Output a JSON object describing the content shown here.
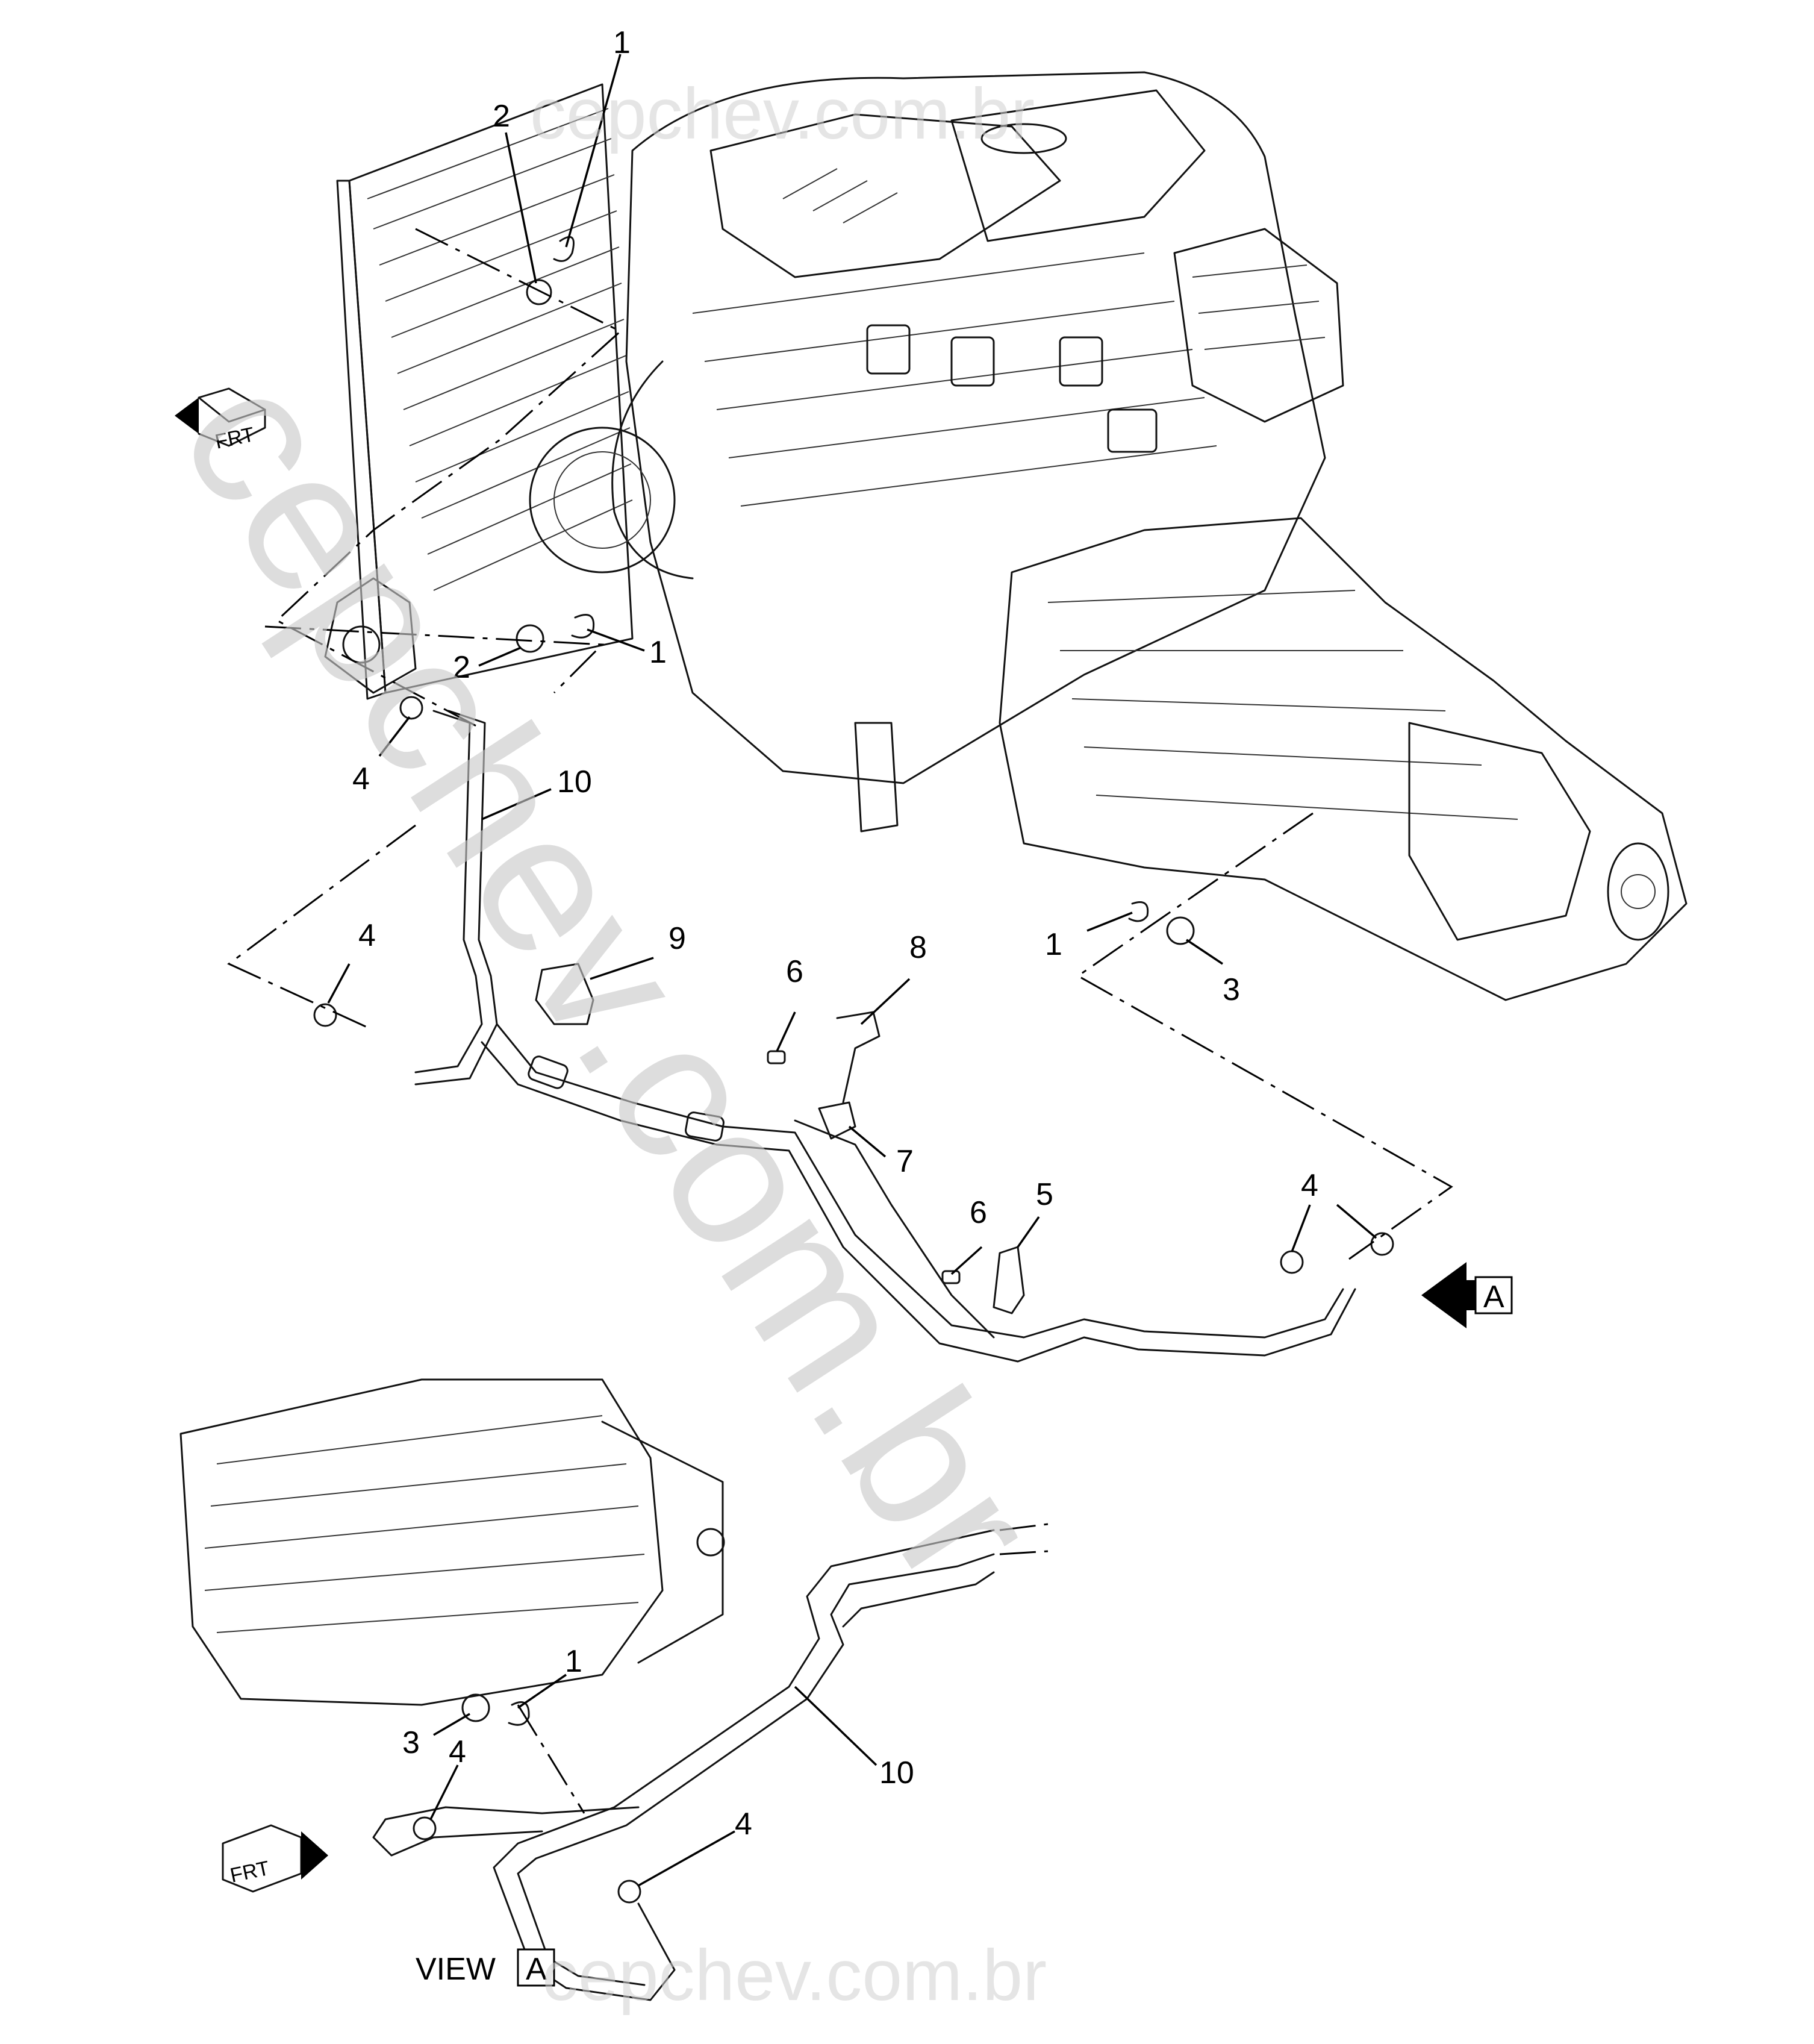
{
  "watermarks": {
    "top": "cepchev.com.br",
    "diagonal": "cepchev.com.br",
    "bottom": "cepchev.com.br"
  },
  "orientation": {
    "frt_label": "FRT"
  },
  "view": {
    "view_label": "VIEW",
    "view_letter": "A",
    "arrow_letter": "A"
  },
  "callouts": [
    {
      "id": "c1a",
      "label": "1"
    },
    {
      "id": "c2a",
      "label": "2"
    },
    {
      "id": "c1b",
      "label": "1"
    },
    {
      "id": "c2b",
      "label": "2"
    },
    {
      "id": "c4a",
      "label": "4"
    },
    {
      "id": "c10a",
      "label": "10"
    },
    {
      "id": "c4b",
      "label": "4"
    },
    {
      "id": "c9",
      "label": "9"
    },
    {
      "id": "c6a",
      "label": "6"
    },
    {
      "id": "c8",
      "label": "8"
    },
    {
      "id": "c1c",
      "label": "1"
    },
    {
      "id": "c3a",
      "label": "3"
    },
    {
      "id": "c7",
      "label": "7"
    },
    {
      "id": "c6b",
      "label": "6"
    },
    {
      "id": "c5",
      "label": "5"
    },
    {
      "id": "c4c",
      "label": "4"
    },
    {
      "id": "c1d",
      "label": "1"
    },
    {
      "id": "c3b",
      "label": "3"
    },
    {
      "id": "c4d",
      "label": "4"
    },
    {
      "id": "c10b",
      "label": "10"
    },
    {
      "id": "c4e",
      "label": "4"
    }
  ]
}
